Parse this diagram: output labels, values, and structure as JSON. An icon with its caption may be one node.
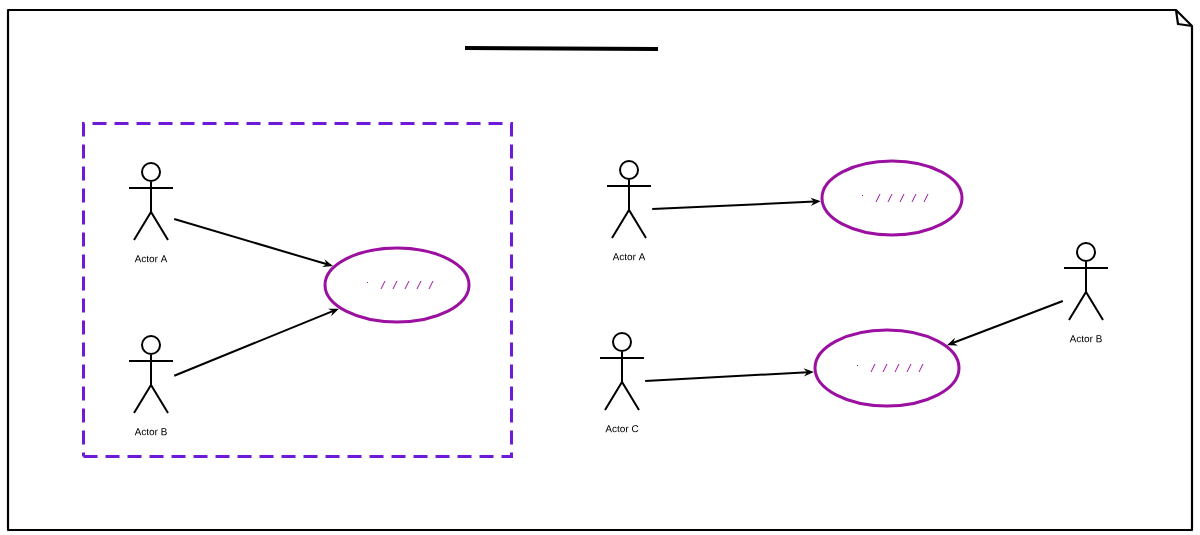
{
  "diagram": {
    "nodes": [
      {
        "text": [],
        "shape": "box"
      },
      {
        "text": [
          "Actor A"
        ],
        "in": 0
      },
      {
        "text": [
          "Actor B"
        ],
        "in": 0
      },
      {
        "text": [],
        "shape": "ellipse",
        "in": 0
      },
      {
        "text": [
          "Actor A"
        ]
      },
      {
        "text": [],
        "shape": "ellipse"
      },
      {
        "text": [
          "Actor C"
        ]
      },
      {
        "text": [],
        "shape": "ellipse"
      },
      {
        "text": [
          "Actor B"
        ]
      }
    ],
    "edges": [
      {
        "from": 1,
        "to": 3,
        "arrow": "to"
      },
      {
        "from": 2,
        "to": 3,
        "arrow": "to"
      },
      {
        "from": 4,
        "to": 5,
        "arrow": "to"
      },
      {
        "from": 6,
        "to": 7,
        "arrow": "to"
      },
      {
        "from": 8,
        "to": 7,
        "arrow": "to"
      }
    ]
  }
}
